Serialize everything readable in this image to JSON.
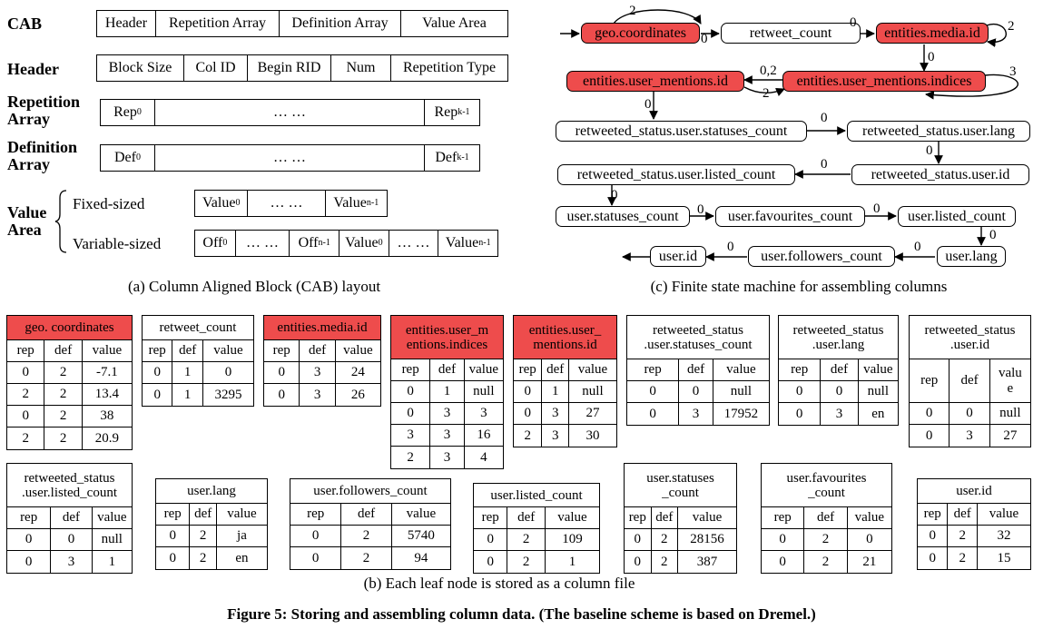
{
  "cab": {
    "label_cab": "CAB",
    "cab_cells": [
      "Header",
      "Repetition Array",
      "Definition Array",
      "Value Area"
    ],
    "label_header": "Header",
    "header_cells": [
      "Block Size",
      "Col ID",
      "Begin RID",
      "Num",
      "Repetition Type"
    ],
    "label_rep": "Repetition Array",
    "label_def": "Definition Array",
    "rep_first": "Rep",
    "rep_first_sub": "0",
    "rep_dots": "… …",
    "rep_last": "Rep",
    "rep_last_sub": "k-1",
    "def_first": "Def",
    "def_first_sub": "0",
    "def_dots": "… …",
    "def_last": "Def",
    "def_last_sub": "k-1",
    "label_value": "Value Area",
    "fixed_label": "Fixed-sized",
    "variable_label": "Variable-sized",
    "fixed_v0": "Value",
    "fixed_v0_sub": "0",
    "fixed_dots": "… …",
    "fixed_vn": "Value",
    "fixed_vn_sub": "n-1",
    "var_off0": "Off",
    "var_off0_sub": "0",
    "var_dots1": "… …",
    "var_offn": "Off",
    "var_offn_sub": "n-1",
    "var_v0": "Value",
    "var_v0_sub": "0",
    "var_dots2": "… …",
    "var_vn": "Value",
    "var_vn_sub": "n-1",
    "caption": "(a) Column Aligned Block (CAB) layout"
  },
  "fsm": {
    "nodes": {
      "geo": "geo.coordinates",
      "retweet": "retweet_count",
      "media": "entities.media.id",
      "mentions_id": "entities.user_mentions.id",
      "mentions_idx": "entities.user_mentions.indices",
      "rs_statuses": "retweeted_status.user.statuses_count",
      "rs_lang": "retweeted_status.user.lang",
      "rs_listed": "retweeted_status.user.listed_count",
      "rs_id": "retweeted_status.user.id",
      "statuses": "user.statuses_count",
      "favourites": "user.favourites_count",
      "listed": "user.listed_count",
      "lang": "user.lang",
      "followers": "user.followers_count",
      "uid": "user.id"
    },
    "edge_labels": {
      "geo_self": "2",
      "geo_out": "0",
      "retweet_media": "0",
      "media_self": "2",
      "media_down": "0",
      "idx_left": "0,2",
      "idx_back": "2",
      "idx_self": "3",
      "ment_down": "0",
      "st_lang": "0",
      "lang_id": "0",
      "id_listed": "0",
      "listed_down": "0",
      "st_fav": "0",
      "fav_listed": "0",
      "listed_lang": "0",
      "lang_foll": "0",
      "foll_uid": "0"
    },
    "caption": "(c) Finite state machine for assembling columns"
  },
  "columns": {
    "caption": "(b) Each leaf node is stored as a column file",
    "headers": [
      "rep",
      "def",
      "value"
    ],
    "value_split": [
      "valu",
      "e"
    ],
    "tables": [
      {
        "title": "geo. coordinates",
        "rows": [
          [
            "0",
            "2",
            "-7.1"
          ],
          [
            "2",
            "2",
            "13.4"
          ],
          [
            "0",
            "2",
            "38"
          ],
          [
            "2",
            "2",
            "20.9"
          ]
        ]
      },
      {
        "title": "retweet_count",
        "rows": [
          [
            "0",
            "1",
            "0"
          ],
          [
            "0",
            "1",
            "3295"
          ]
        ]
      },
      {
        "title": "entities.media.id",
        "rows": [
          [
            "0",
            "3",
            "24"
          ],
          [
            "0",
            "3",
            "26"
          ]
        ]
      },
      {
        "title1": "entities.user_m",
        "title2": "entions.indices",
        "rows": [
          [
            "0",
            "1",
            "null"
          ],
          [
            "0",
            "3",
            "3"
          ],
          [
            "3",
            "3",
            "16"
          ],
          [
            "2",
            "3",
            "4"
          ]
        ]
      },
      {
        "title1": "entities.user_",
        "title2": "mentions.id",
        "rows": [
          [
            "0",
            "1",
            "null"
          ],
          [
            "0",
            "3",
            "27"
          ],
          [
            "2",
            "3",
            "30"
          ]
        ]
      },
      {
        "title1": "retweeted_status",
        "title2": ".user.statuses_count",
        "rows": [
          [
            "0",
            "0",
            "null"
          ],
          [
            "0",
            "3",
            "17952"
          ]
        ]
      },
      {
        "title1": "retweeted_status",
        "title2": ".user.lang",
        "rows": [
          [
            "0",
            "0",
            "null"
          ],
          [
            "0",
            "3",
            "en"
          ]
        ]
      },
      {
        "title1": "retweeted_status",
        "title2": ".user.id",
        "rows": [
          [
            "0",
            "0",
            "null"
          ],
          [
            "0",
            "3",
            "27"
          ]
        ]
      },
      {
        "title1": "retweeted_status",
        "title2": ".user.listed_count",
        "rows": [
          [
            "0",
            "0",
            "null"
          ],
          [
            "0",
            "3",
            "1"
          ]
        ]
      },
      {
        "title": "user.lang",
        "rows": [
          [
            "0",
            "2",
            "ja"
          ],
          [
            "0",
            "2",
            "en"
          ]
        ]
      },
      {
        "title": "user.followers_count",
        "rows": [
          [
            "0",
            "2",
            "5740"
          ],
          [
            "0",
            "2",
            "94"
          ]
        ]
      },
      {
        "title": "user.listed_count",
        "rows": [
          [
            "0",
            "2",
            "109"
          ],
          [
            "0",
            "2",
            "1"
          ]
        ]
      },
      {
        "title1": "user.statuses",
        "title2": "_count",
        "rows": [
          [
            "0",
            "2",
            "28156"
          ],
          [
            "0",
            "2",
            "387"
          ]
        ]
      },
      {
        "title1": "user.favourites",
        "title2": "_count",
        "rows": [
          [
            "0",
            "2",
            "0"
          ],
          [
            "0",
            "2",
            "21"
          ]
        ]
      },
      {
        "title": "user.id",
        "rows": [
          [
            "0",
            "2",
            "32"
          ],
          [
            "0",
            "2",
            "15"
          ]
        ]
      }
    ]
  },
  "figure_caption": "Figure 5: Storing and assembling column data. (The baseline scheme is based on Dremel.)",
  "colors": {
    "highlight": "#ee4c4c",
    "line": "#000000"
  }
}
